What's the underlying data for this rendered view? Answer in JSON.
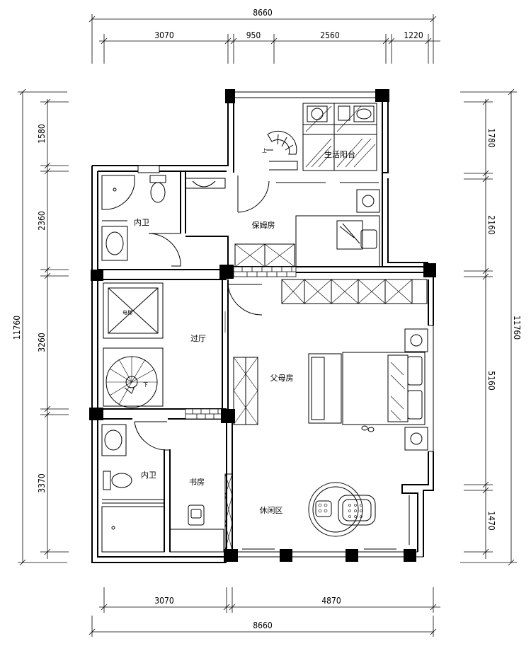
{
  "dimensions": {
    "top_total": "8660",
    "top_segments": [
      "3070",
      "950",
      "2560",
      "1220"
    ],
    "bottom_segments": [
      "3070",
      "4870"
    ],
    "bottom_total": "8660",
    "left_total": "11760",
    "left_segments": [
      "1580",
      "2360",
      "3260",
      "3370"
    ],
    "right_total": "11760",
    "right_segments": [
      "1780",
      "2160",
      "5160",
      "1470"
    ]
  },
  "rooms": {
    "balcony": "生活阳台",
    "bath_upper": "内卫",
    "nanny_room": "保姆房",
    "hall": "过厅",
    "parents_room": "父母房",
    "bath_lower": "内卫",
    "study": "书房",
    "lounge": "休闲区"
  },
  "labels": {
    "elevator": "电梯",
    "stairs_up": "上",
    "stairs_down": "下"
  }
}
